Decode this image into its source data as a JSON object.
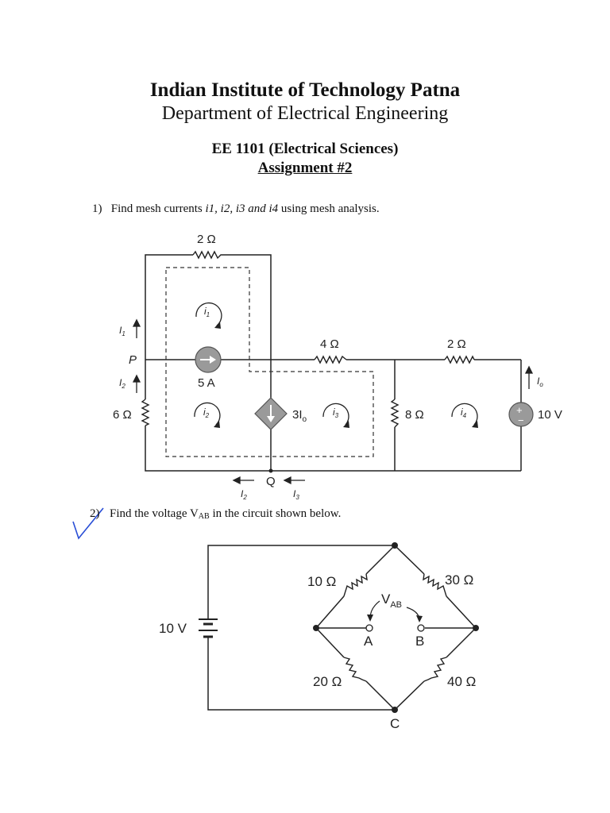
{
  "header": {
    "institute": "Indian Institute of Technology Patna",
    "department": "Department of Electrical Engineering",
    "course": "EE 1101 (Electrical Sciences)",
    "assignment": "Assignment #2"
  },
  "question1": {
    "number": "1)",
    "text_prefix": "Find mesh currents ",
    "vars": "i1, i2, i3 and i4",
    "text_suffix": " using mesh analysis.",
    "circuit": {
      "r_top": "2 Ω",
      "r_mid": "4 Ω",
      "r_right": "2 Ω",
      "r_left": "6 Ω",
      "r_8": "8 Ω",
      "src_current": "5 A",
      "dep_source": "3I",
      "dep_sub": "o",
      "voltage": "10 V",
      "node_p": "P",
      "node_q": "Q",
      "mesh1": "i",
      "mesh2": "i",
      "mesh3": "i",
      "mesh4": "i",
      "io": "I",
      "i1_side": "I",
      "i2_side": "I",
      "i2_bottom": "I",
      "i3_bottom": "I"
    }
  },
  "question2": {
    "number": "2)",
    "text_prefix": "Find the voltage V",
    "text_sub": "AB",
    "text_suffix": " in the circuit shown below.",
    "circuit": {
      "source": "10 V",
      "r1": "10 Ω",
      "r2": "30 Ω",
      "r3": "20 Ω",
      "r4": "40 Ω",
      "node_a": "A",
      "node_b": "B",
      "node_c": "C",
      "vab": "V",
      "vab_sub": "AB"
    }
  },
  "colors": {
    "ink": "#222222",
    "checkmark": "#2a4fd6",
    "source_fill": "#9a9a9a"
  }
}
